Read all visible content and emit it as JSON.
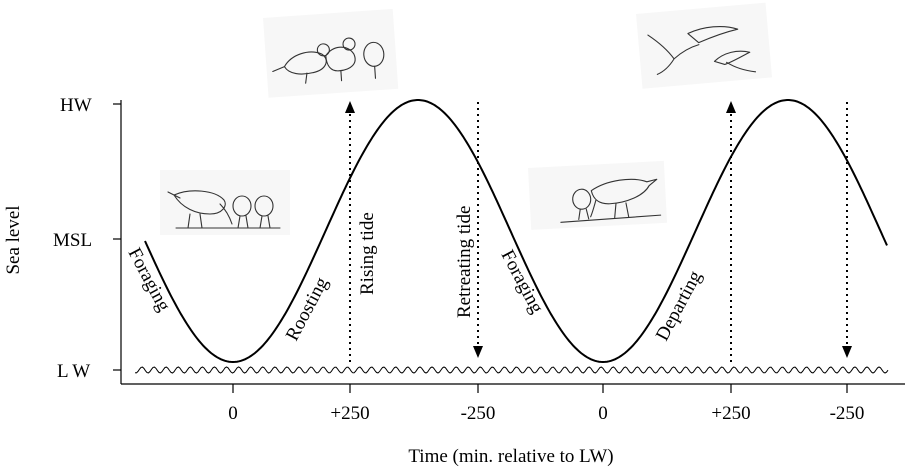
{
  "diagram": {
    "y_axis_title": "Sea level",
    "x_axis_title": "Time (min. relative to LW)",
    "levels": [
      {
        "key": "hw",
        "label": "HW"
      },
      {
        "key": "msl",
        "label": "MSL"
      },
      {
        "key": "lw",
        "label": "L W"
      }
    ],
    "x_ticks": [
      {
        "key": "t1",
        "label": "0"
      },
      {
        "key": "t2",
        "label": "+250"
      },
      {
        "key": "t3",
        "label": "-250"
      },
      {
        "key": "t4",
        "label": "0"
      },
      {
        "key": "t5",
        "label": "+250"
      },
      {
        "key": "t6",
        "label": "-250"
      }
    ],
    "phase_labels": {
      "foraging_1": "Foraging",
      "roosting": "Roosting",
      "rising_tide": "Rising tide",
      "retreating_tide": "Retreating tide",
      "foraging_2": "Foraging",
      "departing": "Departing"
    },
    "illustrations": [
      {
        "key": "foraging-birds",
        "depicts": "shorebirds feeding"
      },
      {
        "key": "roosting-birds",
        "depicts": "shorebirds roosting"
      },
      {
        "key": "feeding-birds",
        "depicts": "shorebirds feeding"
      },
      {
        "key": "flying-birds",
        "depicts": "shorebirds in flight"
      }
    ],
    "colors": {
      "line": "#000000",
      "background": "#ffffff"
    }
  }
}
